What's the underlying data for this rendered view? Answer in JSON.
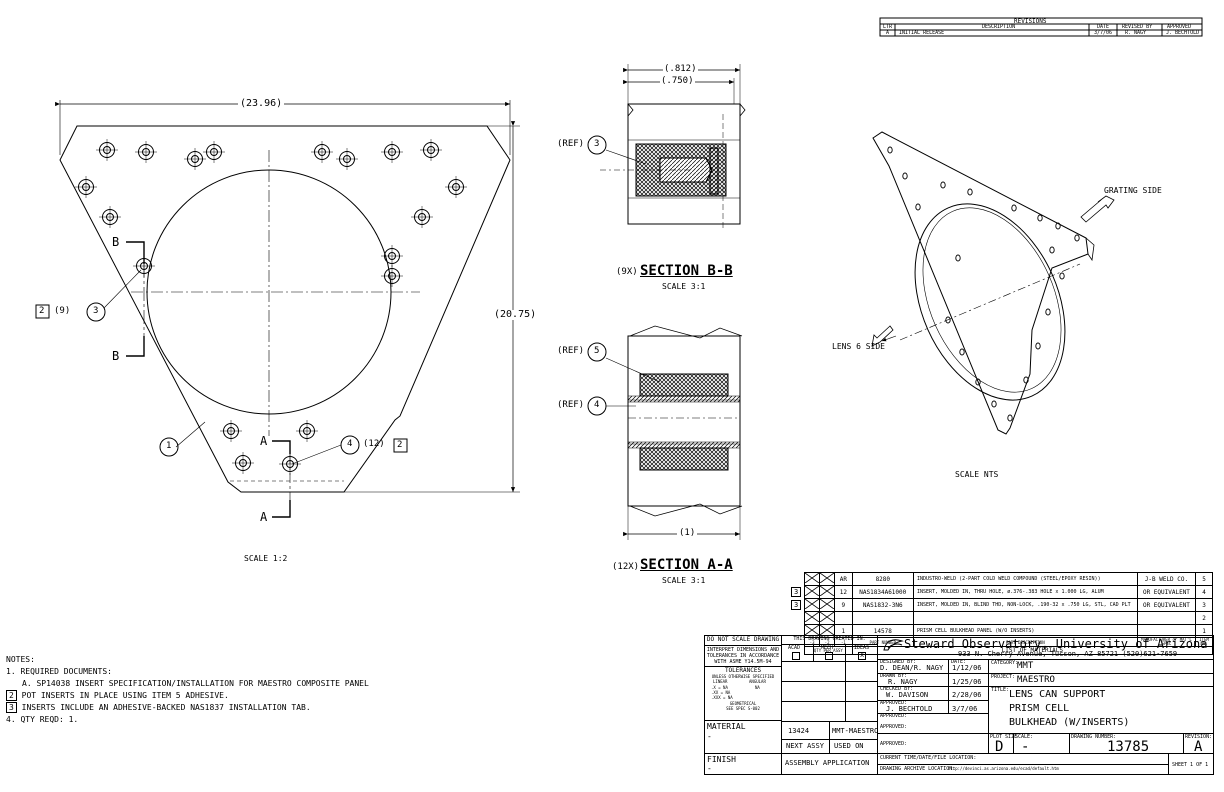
{
  "revisions": {
    "title": "REVISIONS",
    "headers": [
      "LTR",
      "DESCRIPTION",
      "DATE",
      "REVISED BY",
      "APPROVED"
    ],
    "row": [
      "A",
      "INITIAL RELEASE",
      "3/7/06",
      "R. NAGY",
      "J. BECHTOLD"
    ]
  },
  "front_view": {
    "dim_width": "(23.96)",
    "dim_height": "(20.75)",
    "scale": "SCALE 1:2",
    "cut_b_top": "B",
    "cut_b_bottom": "B",
    "cut_a_top": "A",
    "cut_a_bottom": "A",
    "callout_left_box": "2",
    "callout_left_qty": "(9)",
    "callout_left_item": "3",
    "callout_item1": "1",
    "callout_right_item": "4",
    "callout_right_qty": "(12)",
    "callout_right_box": "2"
  },
  "section_bb": {
    "dim_outer": "(.812)",
    "dim_inner": "(.750)",
    "ref_label": "(REF)",
    "ref_item": "3",
    "qty": "(9X)",
    "title": "SECTION B-B",
    "scale": "SCALE 3:1"
  },
  "section_aa": {
    "ref5_label": "(REF)",
    "ref5_item": "5",
    "ref4_label": "(REF)",
    "ref4_item": "4",
    "dim_bottom": "(1)",
    "qty": "(12X)",
    "title": "SECTION A-A",
    "scale": "SCALE 3:1"
  },
  "iso_view": {
    "grating": "GRATING SIDE",
    "lens": "LENS 6 SIDE",
    "scale": "SCALE NTS"
  },
  "bom": {
    "rows": [
      {
        "flag": "",
        "q3": "",
        "q2": "",
        "qty": "AR",
        "part": "8280",
        "desc": "INDUSTRO-WELD (2-PART COLD WELD COMPOUND (STEEL/EPOXY RESIN))",
        "mfr": "J-B WELD CO.",
        "item": "5"
      },
      {
        "flag": "3",
        "q3": "",
        "q2": "",
        "qty": "12",
        "part": "NAS1834A61000",
        "desc": "INSERT, MOLDED IN, THRU HOLE, ø.376-.383 HOLE x 1.000 LG, ALUM",
        "mfr": "OR EQUIVALENT",
        "item": "4"
      },
      {
        "flag": "3",
        "q3": "",
        "q2": "",
        "qty": "9",
        "part": "NAS1832-3N6",
        "desc": "INSERT, MOLDED IN, BLIND THD, NON-LOCK, .190-32 x .750 LG, STL, CAD PLT",
        "mfr": "OR EQUIVALENT",
        "item": "3"
      },
      {
        "flag": "",
        "q3": "",
        "q2": "",
        "qty": "",
        "part": "",
        "desc": "",
        "mfr": "",
        "item": "2"
      },
      {
        "flag": "",
        "q3": "",
        "q2": "",
        "qty": "1",
        "part": "14578",
        "desc": "PRISM CELL BULKHEAD PANEL (W/O INSERTS)",
        "mfr": "",
        "item": "1"
      }
    ],
    "hdr_q3": "-3",
    "hdr_q2": "-2",
    "hdr_q1": "-1",
    "hdr_qty": "QTY PER ASSY",
    "hdr_part": "PART NUMBER",
    "hdr_desc": "PART DESCRIPTION",
    "hdr_mfr": "MANUFACTURER or MAT'L SPEC",
    "hdr_item": "ITEM NO.",
    "title": "LIST OF MATERIALS"
  },
  "notes": {
    "heading": "NOTES:",
    "n1": "1. REQUIRED DOCUMENTS:",
    "n1a": "A. SP14038 INSERT SPECIFICATION/INSTALLATION FOR MAESTRO COMPOSITE PANEL",
    "n2_box": "2",
    "n2": "POT INSERTS IN PLACE USING ITEM 5 ADHESIVE.",
    "n3_box": "3",
    "n3": "INSERTS INCLUDE AN ADHESIVE-BACKED NAS1837 INSTALLATION TAB.",
    "n4": "4. QTY REQD: 1."
  },
  "title_block": {
    "do_not_scale": "DO NOT SCALE DRAWING",
    "interpret": [
      "INTERPRET DIMENSIONS AND",
      "TOLERANCES IN ACCORDANCE",
      "WITH ASME Y14.5M-94"
    ],
    "tolerances": "TOLERANCES",
    "unless": "UNLESS OTHERWISE SPECIFIED",
    "linear": "LINEAR",
    "angular": "ANGULAR",
    "tol_x": ".X  = NA",
    "tol_xx": ".XX  = NA",
    "tol_xxx": ".XXX = NA",
    "tol_ang": "NA",
    "geometrical": "GEOMETRICAL",
    "see_spec": "SEE SPEC S-002",
    "material": "MATERIAL",
    "material_val": "-",
    "finish": "FINISH",
    "finish_val": "-",
    "created_in": "THIS DRAWING CREATED IN:",
    "acad": "ACAD",
    "mech": "MECH",
    "ideas": "IDEAS",
    "ideas_mark": "X",
    "next_assy_val": "13424",
    "used_on_val": "MMT-MAESTRO",
    "next_assy": "NEXT ASSY",
    "used_on": "USED ON",
    "assembly_app": "ASSEMBLY APPLICATION",
    "org": "Steward Observatory, University of Arizona",
    "address": "933 N. Cherry Avenue, Tucson, AZ  85721    (520)621-7659",
    "designed_by_lbl": "DESIGNED BY:",
    "designed_by": "D. DEAN/R. NAGY",
    "date_lbl": "DATE:",
    "designed_date": "1/12/06",
    "drawn_by_lbl": "DRAWN BY:",
    "drawn_by": "R. NAGY",
    "drawn_date": "1/25/06",
    "checked_by_lbl": "CHECKED BY:",
    "checked_by": "W. DAVISON",
    "checked_date": "2/28/06",
    "approved_lbl": "APPROVED:",
    "approved_by": "J. BECHTOLD",
    "approved_date": "3/7/06",
    "approved2_lbl": "APPROVED:",
    "approved3_lbl": "APPROVED:",
    "approved4_lbl": "APPROVED:",
    "category_lbl": "CATEGORY:",
    "category": "MMT",
    "project_lbl": "PROJECT:",
    "project": "MAESTRO",
    "title_lbl": "TITLE:",
    "title1": "LENS CAN SUPPORT",
    "title2": "PRISM CELL",
    "title3": "BULKHEAD (W/INSERTS)",
    "plot_size_lbl": "PLOT SIZE",
    "scale_lbl": "SCALE:",
    "drawing_number_lbl": "DRAWING NUMBER:",
    "revision_lbl": "REVISION:",
    "plot_size": "D",
    "scale": "-",
    "drawing_number": "13785",
    "revision": "A",
    "current_time_lbl": "CURRENT TIME/DATE/FILE LOCATION:",
    "archive_lbl": "DRAWING ARCHIVE LOCATION:",
    "archive": "http://devinci.as.arizona.edu/ecad/default.htm",
    "sheet": "SHEET 1 OF 1"
  }
}
